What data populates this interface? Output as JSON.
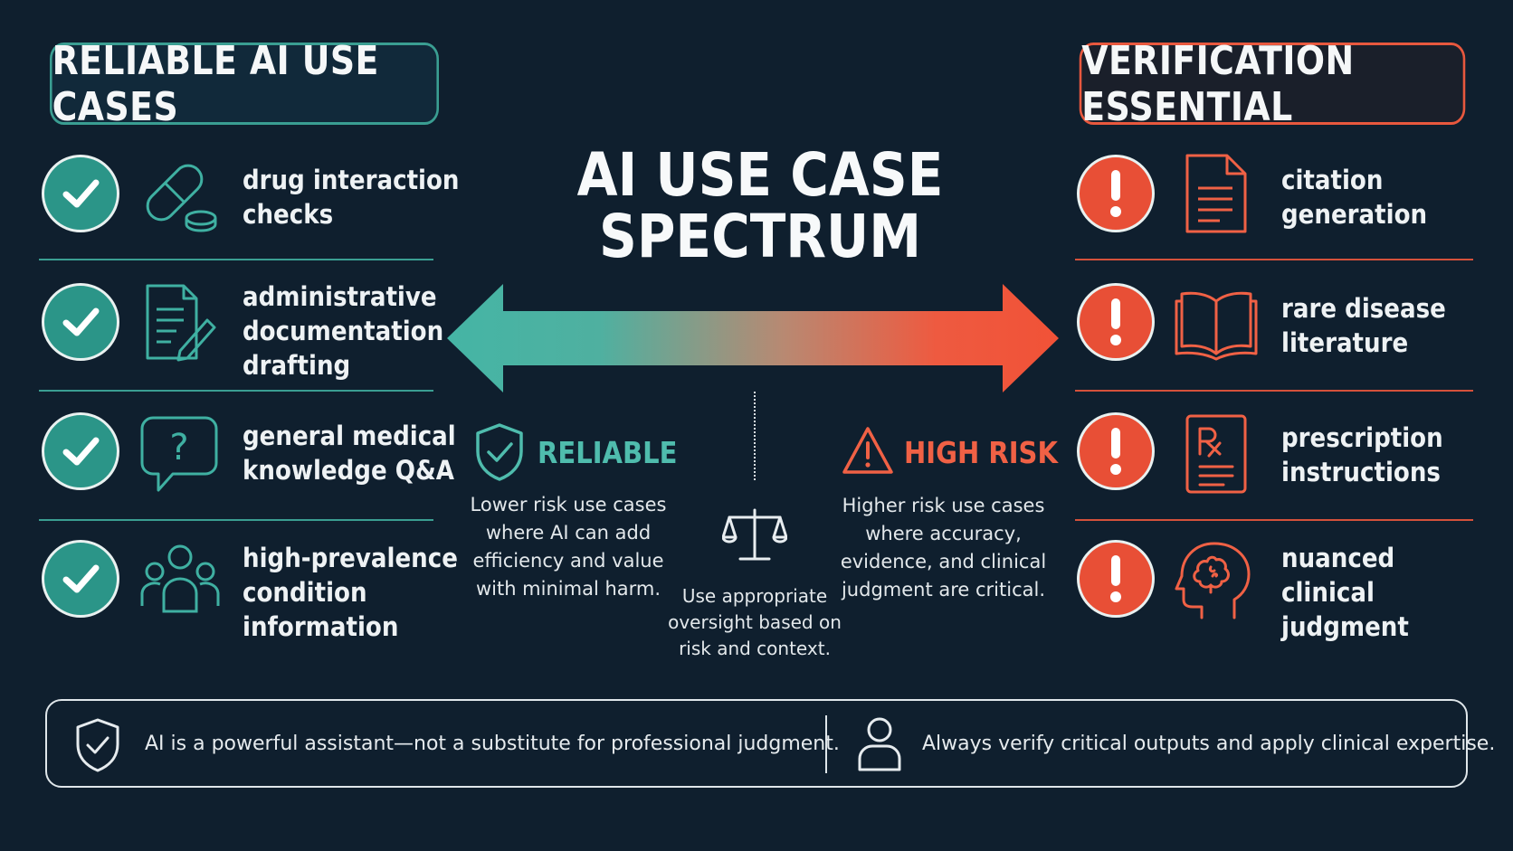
{
  "left_header": "RELIABLE AI USE CASES",
  "right_header": "VERIFICATION ESSENTIAL",
  "center": {
    "title_line1": "AI USE CASE",
    "title_line2": "SPECTRUM",
    "reliable_label": "RELIABLE",
    "reliable_desc": [
      "Lower risk use cases",
      "where AI can add",
      "efficiency and value",
      "with minimal harm."
    ],
    "risk_label": "HIGH RISK",
    "risk_desc": [
      "Higher risk use cases",
      "where accuracy,",
      "evidence, and clinical",
      "judgment are critical."
    ],
    "oversight_desc": [
      "Use appropriate",
      "oversight based on",
      "risk and context."
    ]
  },
  "left_items": [
    {
      "icon": "pill-icon",
      "lines": [
        "drug interaction",
        "checks"
      ]
    },
    {
      "icon": "document-pen-icon",
      "lines": [
        "administrative",
        "documentation",
        "drafting"
      ]
    },
    {
      "icon": "question-bubble-icon",
      "lines": [
        "general medical",
        "knowledge Q&A"
      ]
    },
    {
      "icon": "people-group-icon",
      "lines": [
        "high-prevalence",
        "condition",
        "information"
      ]
    }
  ],
  "right_items": [
    {
      "icon": "document-icon",
      "lines": [
        "citation",
        "generation"
      ]
    },
    {
      "icon": "open-book-icon",
      "lines": [
        "rare disease",
        "literature"
      ]
    },
    {
      "icon": "prescription-icon",
      "lines": [
        "prescription",
        "instructions"
      ]
    },
    {
      "icon": "brain-head-icon",
      "lines": [
        "nuanced",
        "clinical",
        "judgment"
      ]
    }
  ],
  "footer": {
    "left_text": "AI is a powerful assistant—not a substitute for professional judgment.",
    "right_text": "Always verify critical outputs and apply clinical expertise."
  },
  "colors": {
    "background": "#0f1f2e",
    "teal": "#2b9588",
    "teal_text": "#4fbcad",
    "red": "#e84f36",
    "red_text": "#f06145"
  }
}
